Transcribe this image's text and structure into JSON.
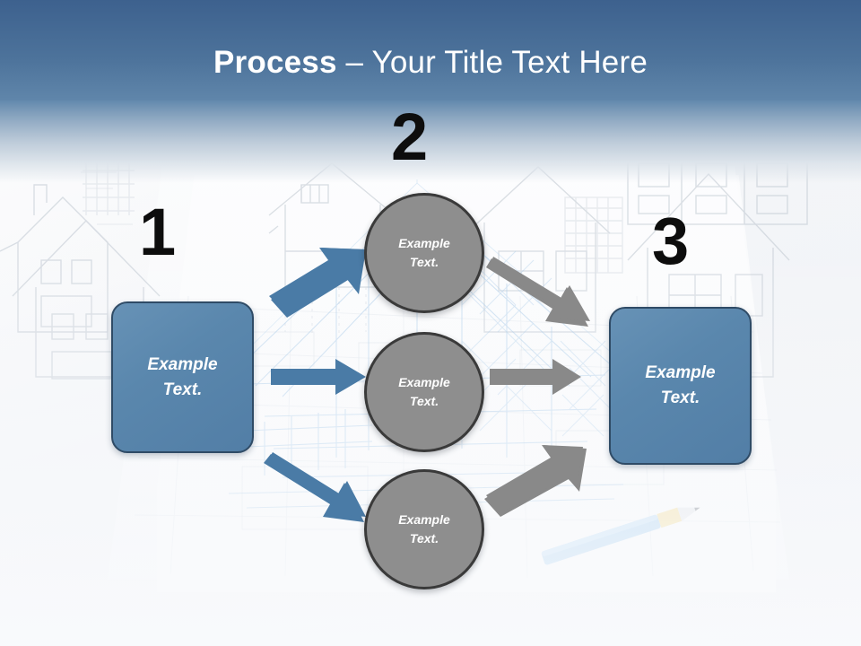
{
  "slide": {
    "title_bold": "Process",
    "title_rest": " – Your Title Text Here",
    "background_description": "architectural blueprint with house elevations and pencil"
  },
  "colors": {
    "header_top": "#3d618e",
    "header_bottom": "#6389ad",
    "box_fill": "#5a87ad",
    "box_border": "#2f4b66",
    "circle_fill": "#8e8e8e",
    "circle_border": "#3a3a3a",
    "arrow_blue": "#4a7ba6",
    "arrow_gray": "#898989",
    "number_color": "#0d0d0d",
    "text_on_shape": "#ffffff"
  },
  "steps": [
    {
      "number": "1",
      "label": "Example\nText."
    },
    {
      "number": "2",
      "label": "Example\nText."
    },
    {
      "number": "3",
      "label": "Example\nText."
    }
  ],
  "shapes": {
    "left_box": {
      "line1": "Example",
      "line2": "Text."
    },
    "right_box": {
      "line1": "Example",
      "line2": "Text."
    },
    "circle_top": {
      "line1": "Example",
      "line2": "Text."
    },
    "circle_middle": {
      "line1": "Example",
      "line2": "Text."
    },
    "circle_bottom": {
      "line1": "Example",
      "line2": "Text."
    }
  },
  "numbers": {
    "one": "1",
    "two": "2",
    "three": "3"
  },
  "arrows": [
    {
      "name": "blue-arrow-up-right",
      "color": "#4a7ba6",
      "direction": "up-right",
      "from": "left-box",
      "to": "circle-top"
    },
    {
      "name": "blue-arrow-right",
      "color": "#4a7ba6",
      "direction": "right",
      "from": "left-box",
      "to": "circle-middle"
    },
    {
      "name": "blue-arrow-down-right",
      "color": "#4a7ba6",
      "direction": "down-right",
      "from": "left-box",
      "to": "circle-bottom"
    },
    {
      "name": "gray-arrow-down-right",
      "color": "#898989",
      "direction": "down-right",
      "from": "circle-top",
      "to": "right-box"
    },
    {
      "name": "gray-arrow-right",
      "color": "#898989",
      "direction": "right",
      "from": "circle-middle",
      "to": "right-box"
    },
    {
      "name": "gray-arrow-up-right",
      "color": "#898989",
      "direction": "up-right",
      "from": "circle-bottom",
      "to": "right-box"
    }
  ]
}
